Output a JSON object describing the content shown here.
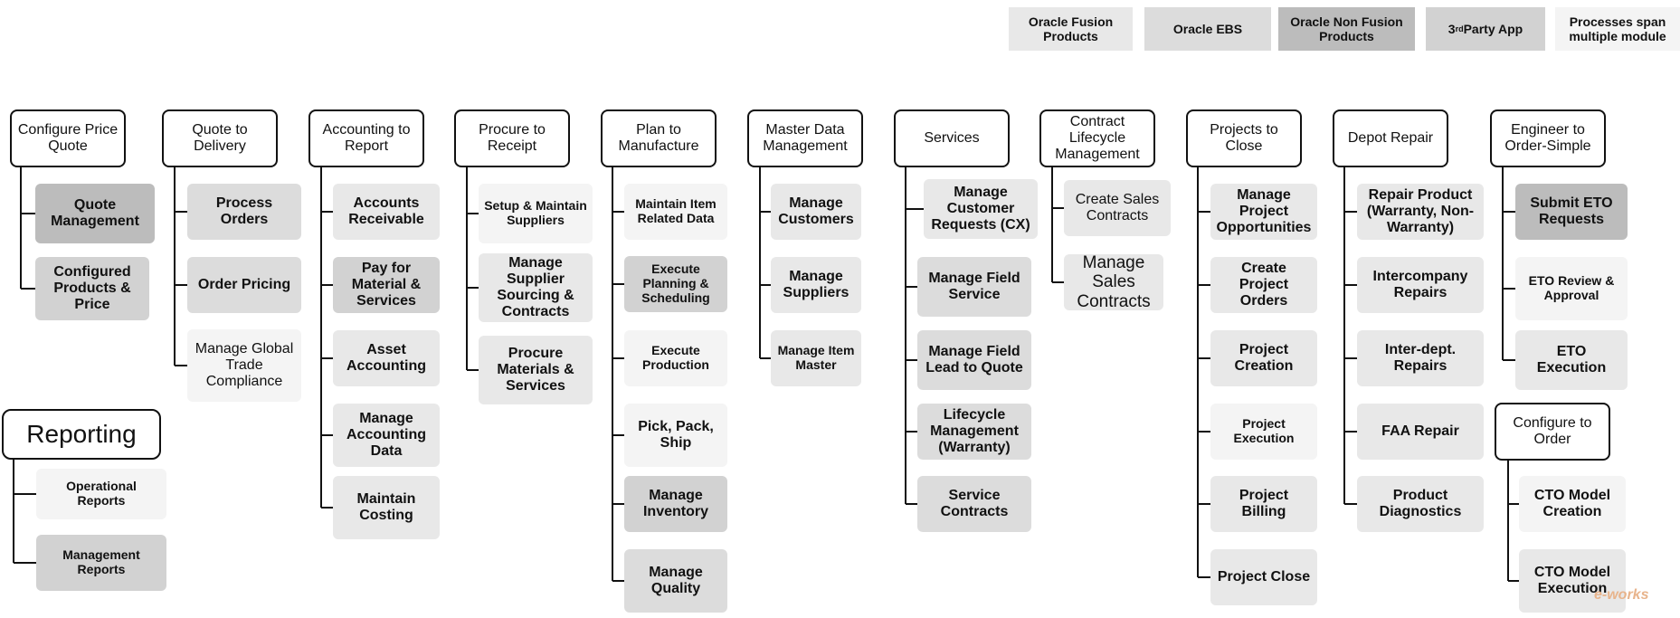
{
  "legend": [
    {
      "label": "Oracle Fusion Products",
      "color": "#e8e8e8"
    },
    {
      "label": "Oracle EBS",
      "color": "#dcdcdc"
    },
    {
      "label": "Oracle Non Fusion Products",
      "color": "#bcbcbc"
    },
    {
      "label": "3rd Party App",
      "color": "#d2d2d2"
    },
    {
      "label": "Processes span multiple module",
      "color": "#f4f4f4"
    }
  ],
  "colors": {
    "fusion": "#e8e8e8",
    "ebs": "#dcdcdc",
    "nonfusion": "#bcbcbc",
    "thirdparty": "#d2d2d2",
    "multi": "#f4f4f4"
  },
  "groups": [
    {
      "title": "Configure Price Quote",
      "items": [
        "Quote Management",
        "Configured Products & Price"
      ]
    },
    {
      "title": "Quote to Delivery",
      "items": [
        "Process Orders",
        "Order Pricing",
        "Manage Global Trade Compliance"
      ]
    },
    {
      "title": "Accounting to Report",
      "items": [
        "Accounts Receivable",
        "Pay for Material & Services",
        "Asset Accounting",
        "Manage Accounting Data",
        "Maintain Costing"
      ]
    },
    {
      "title": "Procure to Receipt",
      "items": [
        "Setup & Maintain Suppliers",
        "Manage Supplier Sourcing & Contracts",
        "Procure Materials & Services"
      ]
    },
    {
      "title": "Plan to Manufacture",
      "items": [
        "Maintain Item Related Data",
        "Execute Planning & Scheduling",
        "Execute Production",
        "Pick, Pack, Ship",
        "Manage Inventory",
        "Manage Quality"
      ]
    },
    {
      "title": "Master Data Management",
      "items": [
        "Manage Customers",
        "Manage Suppliers",
        "Manage Item Master"
      ]
    },
    {
      "title": "Services",
      "items": [
        "Manage Customer Requests (CX)",
        "Manage Field Service",
        "Manage Field Lead to Quote",
        "Lifecycle Management (Warranty)",
        "Service Contracts"
      ]
    },
    {
      "title": "Contract Lifecycle Management",
      "items": [
        "Create Sales Contracts",
        "Manage Sales Contracts"
      ]
    },
    {
      "title": "Projects to Close",
      "items": [
        "Manage Project Opportunities",
        "Create Project Orders",
        "Project Creation",
        "Project Execution",
        "Project Billing",
        "Project Close"
      ]
    },
    {
      "title": "Depot Repair",
      "items": [
        "Repair Product (Warranty, Non-Warranty)",
        "Intercompany Repairs",
        "Inter-dept. Repairs",
        "FAA Repair",
        "Product Diagnostics"
      ]
    },
    {
      "title": "Engineer to Order-Simple",
      "items": [
        "Submit ETO Requests",
        "ETO Review & Approval",
        "ETO Execution"
      ]
    },
    {
      "title": "Configure to Order",
      "items": [
        "CTO Model Creation",
        "CTO Model Execution"
      ]
    },
    {
      "title": "Reporting",
      "items": [
        "Operational Reports",
        "Management Reports"
      ]
    }
  ],
  "watermark": "e-works"
}
